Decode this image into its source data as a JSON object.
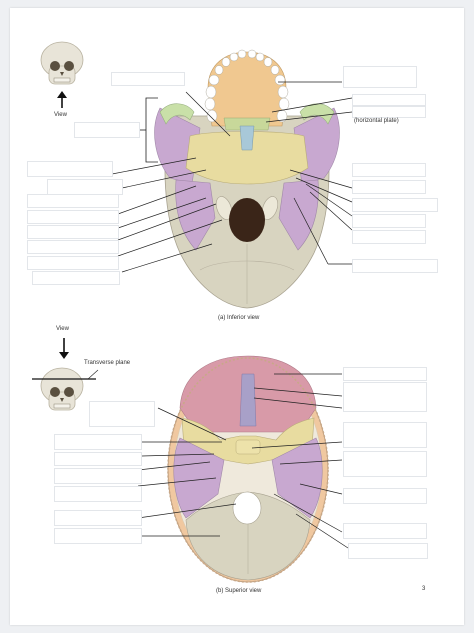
{
  "figure_a": {
    "view_label": "View",
    "annotation": "(horizontal plate)",
    "caption": "(a) Inferior view"
  },
  "figure_b": {
    "view_label": "View",
    "plane_label": "Transverse plane",
    "caption": "(b) Superior view"
  },
  "page_number": "3",
  "colors": {
    "maxilla": "#f0c890",
    "palatine": "#c8d89a",
    "zygomatic": "#c9e0a8",
    "vomer": "#a8c8d8",
    "sphenoid": "#e8dca0",
    "temporal": "#c8a8d0",
    "occipital": "#d8d4c0",
    "frontal": "#d89aa8",
    "parietal": "#f0c8a0",
    "ethmoid": "#a8a0c8",
    "foramen": "#3a2518",
    "leader": "#222222"
  },
  "icons": [
    "skull-front-icon",
    "down-arrow-icon",
    "up-arrow-icon"
  ]
}
